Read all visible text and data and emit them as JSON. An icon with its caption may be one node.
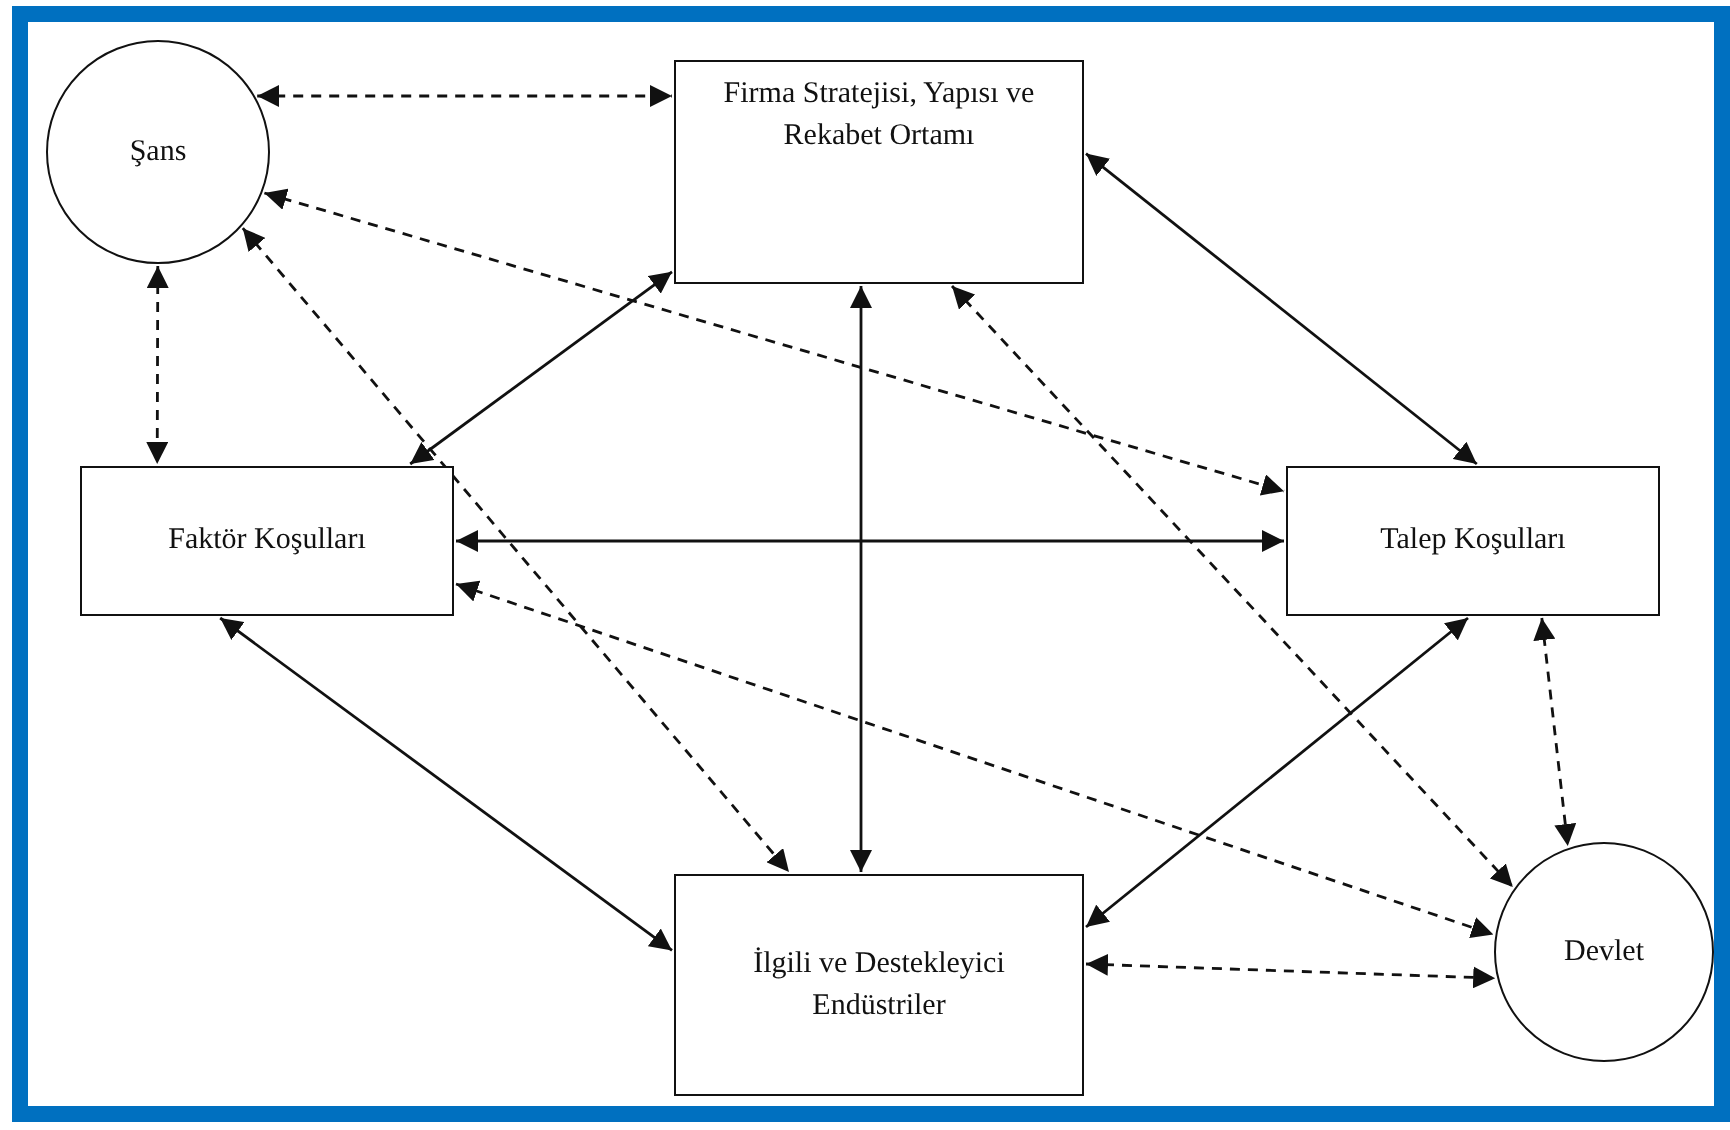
{
  "diagram": {
    "nodes": [
      {
        "text": [
          "Şans"
        ]
      },
      {
        "text": [
          "Firma Stratejisi, Yapısı ve Rekabet Ortamı"
        ]
      },
      {
        "text": [
          "Faktör Koşulları"
        ]
      },
      {
        "text": [
          "Talep Koşulları"
        ]
      },
      {
        "text": [
          "İlgili ve Destekleyici Endüstriler"
        ]
      },
      {
        "text": [
          "Devlet"
        ]
      }
    ],
    "edges": [
      {
        "from": 0,
        "to": 1,
        "arrow": "both",
        "style": "dashed"
      },
      {
        "from": 0,
        "to": 3,
        "arrow": "both",
        "style": "dashed"
      },
      {
        "from": 0,
        "to": 4,
        "arrow": "both",
        "style": "dashed"
      },
      {
        "from": 0,
        "to": 2,
        "arrow": "both",
        "style": "dashed"
      },
      {
        "from": 1,
        "to": 2,
        "arrow": "both"
      },
      {
        "from": 1,
        "to": 3,
        "arrow": "both"
      },
      {
        "from": 1,
        "to": 4,
        "arrow": "both"
      },
      {
        "from": 2,
        "to": 3,
        "arrow": "both"
      },
      {
        "from": 1,
        "to": 5,
        "arrow": "both",
        "style": "dashed"
      },
      {
        "from": 2,
        "to": 5,
        "arrow": "both",
        "style": "dashed"
      },
      {
        "from": 2,
        "to": 4,
        "arrow": "both"
      },
      {
        "from": 3,
        "to": 4,
        "arrow": "both"
      },
      {
        "from": 3,
        "to": 5,
        "arrow": "both",
        "style": "dashed"
      },
      {
        "from": 4,
        "to": 5,
        "arrow": "both",
        "style": "dashed"
      }
    ]
  }
}
